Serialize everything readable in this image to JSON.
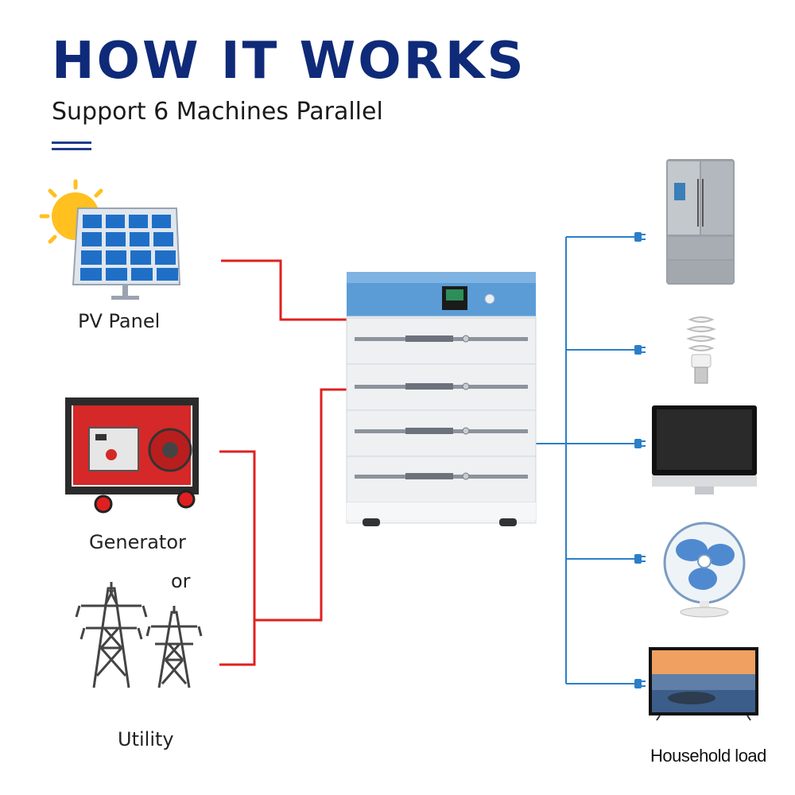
{
  "header": {
    "title": "HOW IT WORKS",
    "subtitle": "Support 6 Machines Parallel"
  },
  "sources": {
    "pv_panel": "PV Panel",
    "generator": "Generator",
    "or": "or",
    "utility": "Utility"
  },
  "loads": {
    "label": "Household load",
    "devices": [
      "refrigerator-icon",
      "light-bulb-icon",
      "monitor-icon",
      "fan-icon",
      "television-icon"
    ]
  },
  "colors": {
    "title": "#0f2a78",
    "input_line": "#e02020",
    "output_line": "#2b7fc9",
    "battery_top": "#5b9cd6"
  }
}
